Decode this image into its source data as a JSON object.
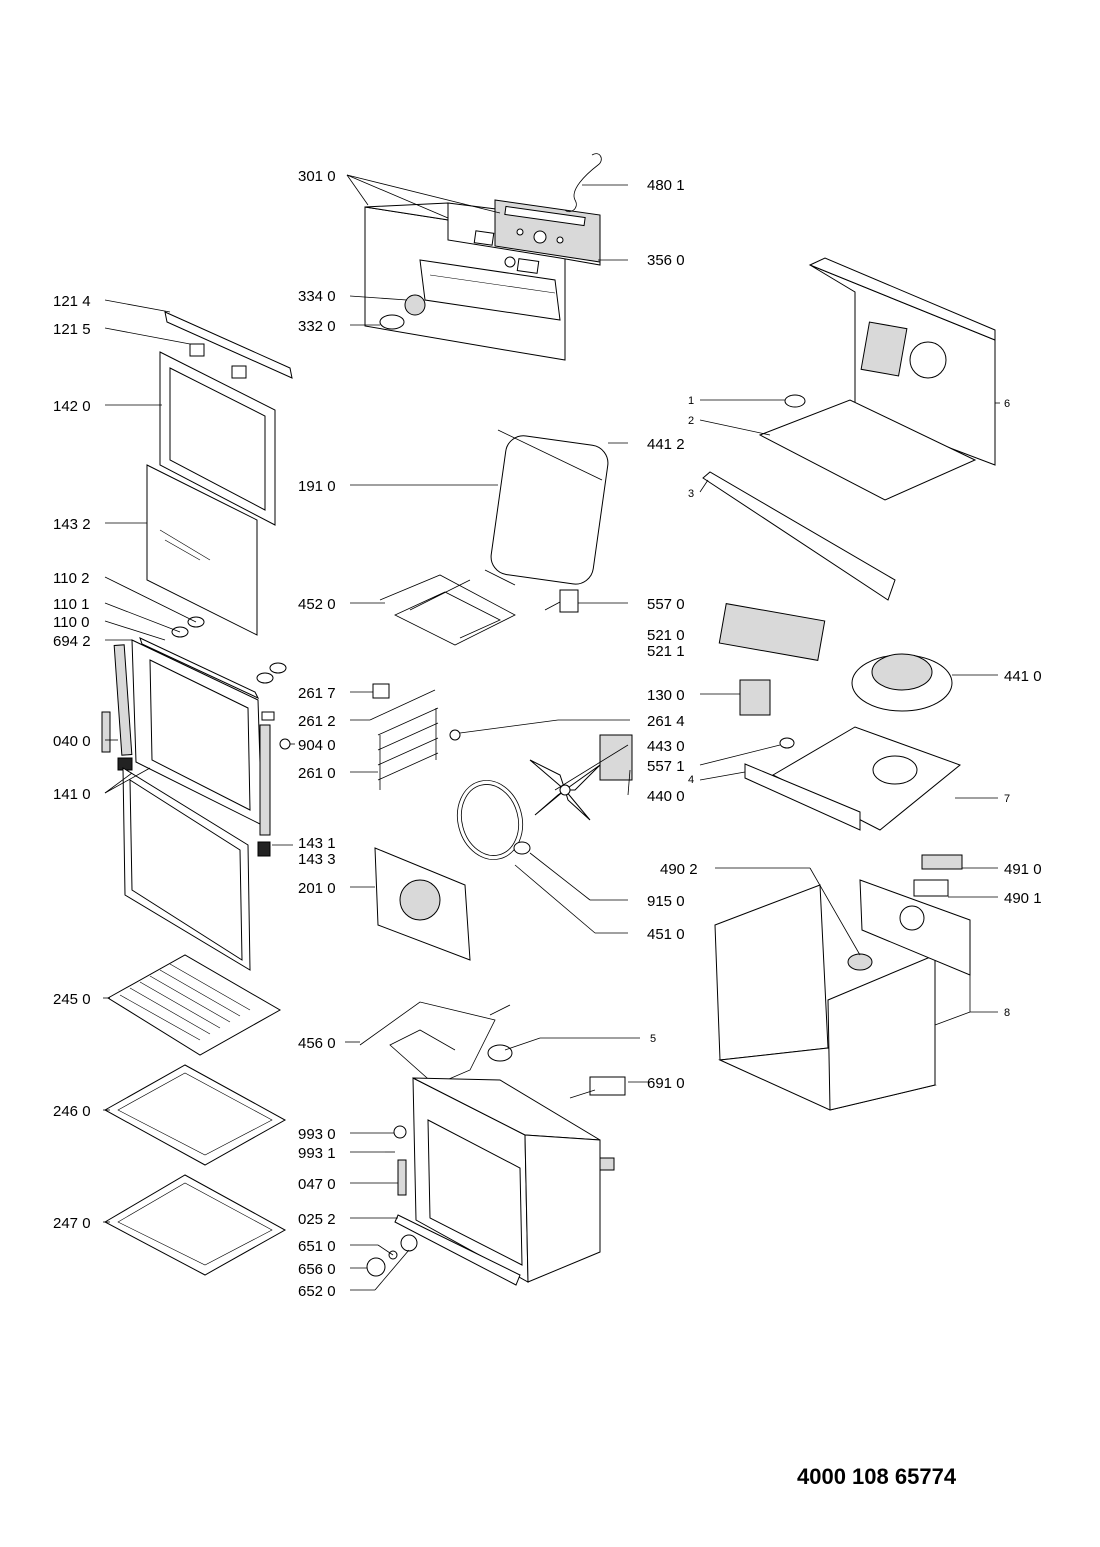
{
  "document_number": "4000 108 65774",
  "labels": {
    "l3010": "301 0",
    "l4801": "480 1",
    "l3560": "356 0",
    "l3340": "334 0",
    "l3320": "332 0",
    "l1214": "121 4",
    "l1215": "121 5",
    "l1420": "142 0",
    "l1432": "143 2",
    "l1102": "110 2",
    "l1101": "110 1",
    "l1100": "110 0",
    "l6942": "694 2",
    "l0400": "040 0",
    "l1410": "141 0",
    "l4412": "441 2",
    "l1910": "191 0",
    "l4520": "452 0",
    "l5570": "557 0",
    "l2617": "261 7",
    "l2612": "261 2",
    "l9040": "904 0",
    "l2610": "261 0",
    "l2614": "261 4",
    "l4430": "443 0",
    "l4400": "440 0",
    "l1431": "143 1",
    "l1433": "143 3",
    "l2010": "201 0",
    "l9150": "915 0",
    "l4510": "451 0",
    "l2450": "245 0",
    "l4560": "456 0",
    "l2460": "246 0",
    "l5": "5",
    "l6910": "691 0",
    "l9930": "993 0",
    "l9931": "993 1",
    "l0470": "047 0",
    "l2470": "247 0",
    "l0252": "025 2",
    "l6510": "651 0",
    "l6560": "656 0",
    "l6520": "652 0",
    "l1": "1",
    "l2": "2",
    "l3": "3",
    "l6": "6",
    "l5210": "521 0",
    "l5211": "521 1",
    "l4410": "441 0",
    "l1300": "130 0",
    "l5571": "557 1",
    "l4": "4",
    "l7": "7",
    "l4902": "490 2",
    "l4910": "491 0",
    "l4901": "490 1",
    "l8": "8"
  }
}
